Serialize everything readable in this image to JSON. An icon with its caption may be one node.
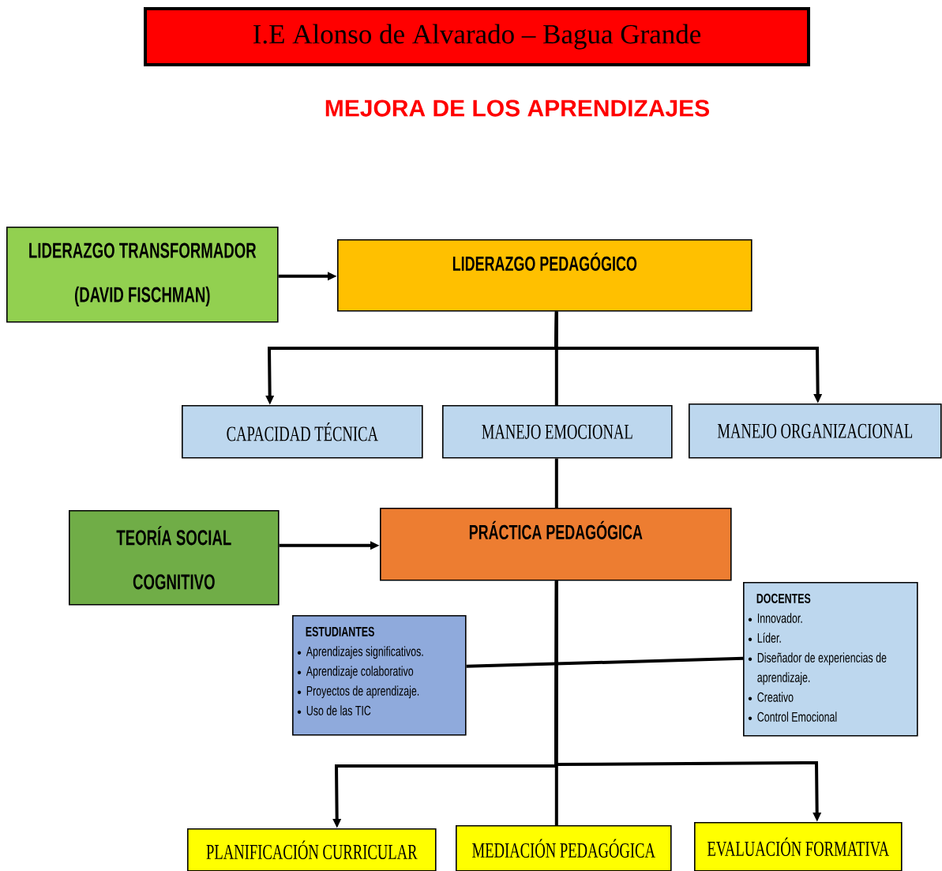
{
  "diagram": {
    "title": "MEJORA DE LOS APRENDIZAJES",
    "nodes": [
      {
        "text": [
          "I.E Alonso de Alvarado – Bagua Grande"
        ]
      },
      {
        "text": [
          "LIDERAZGO TRANSFORMADOR (DAVID FISCHMAN)"
        ]
      },
      {
        "text": [
          "LIDERAZGO PEDAGÓGICO"
        ]
      },
      {
        "text": [
          "CAPACIDAD TÉCNICA"
        ]
      },
      {
        "text": [
          "MANEJO EMOCIONAL"
        ]
      },
      {
        "text": [
          "MANEJO ORGANIZACIONAL"
        ]
      },
      {
        "text": [
          "TEORÍA SOCIAL COGNITIVO"
        ]
      },
      {
        "text": [
          "PRÁCTICA PEDAGÓGICA"
        ]
      },
      {
        "text": [
          "ESTUDIANTES",
          "Aprendizajes significativos.",
          "Aprendizaje colaborativo",
          "Proyectos de aprendizaje.",
          "Uso de las TIC"
        ]
      },
      {
        "text": [
          "DOCENTES",
          "Innovador.",
          "Líder.",
          "Diseñador de experiencias de aprendizaje.",
          "Creativo",
          "Control Emocional"
        ]
      },
      {
        "text": [
          "PLANIFICACIÓN CURRICULAR"
        ]
      },
      {
        "text": [
          "MEDIACIÓN PEDAGÓGICA"
        ]
      },
      {
        "text": [
          "EVALUACIÓN FORMATIVA"
        ]
      }
    ],
    "edges": [
      {
        "from": 1,
        "to": 2,
        "arrow": "to"
      },
      {
        "from": 2,
        "to": 3,
        "arrow": "to"
      },
      {
        "from": 2,
        "to": 4,
        "arrow": "none"
      },
      {
        "from": 2,
        "to": 5,
        "arrow": "to"
      },
      {
        "from": 4,
        "to": 7,
        "arrow": "none"
      },
      {
        "from": 6,
        "to": 7,
        "arrow": "to"
      },
      {
        "from": 8,
        "to": 9,
        "arrow": "none"
      },
      {
        "from": 7,
        "to": 10,
        "arrow": "to"
      },
      {
        "from": 7,
        "to": 11,
        "arrow": "none"
      },
      {
        "from": 7,
        "to": 12,
        "arrow": "to"
      }
    ]
  }
}
